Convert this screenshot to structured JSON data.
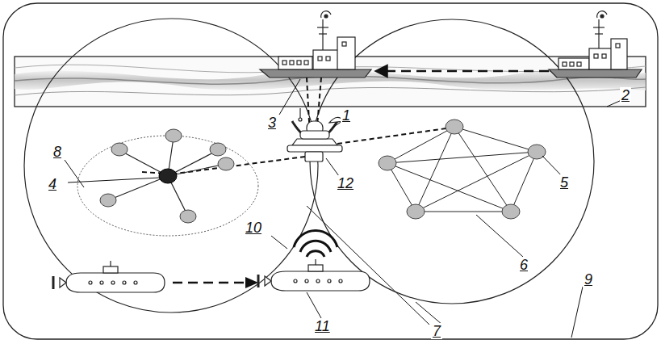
{
  "diagram": {
    "labels": [
      "8",
      "3",
      "1",
      "2",
      "4",
      "12",
      "5",
      "6",
      "10",
      "7",
      "9",
      "11"
    ]
  }
}
